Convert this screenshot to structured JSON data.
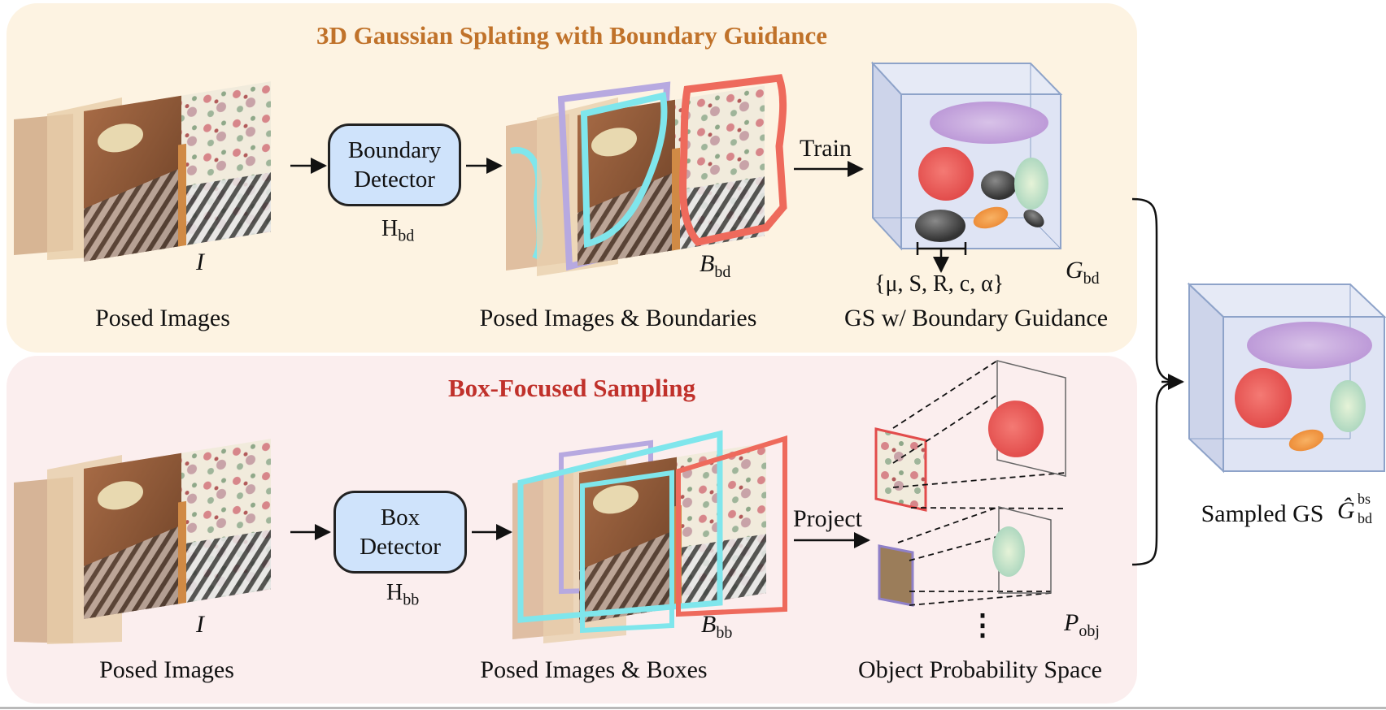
{
  "top_panel": {
    "title": "3D Gaussian Splating with Boundary Guidance",
    "input_var": "I",
    "input_caption": "Posed Images",
    "detector_line1": "Boundary",
    "detector_line2": "Detector",
    "detector_symbol": "H",
    "detector_symbol_sub": "bd",
    "output_var": "B",
    "output_var_sub": "bd",
    "output_caption": "Posed Images & Boundaries",
    "arrow_label": "Train",
    "gs_params": "{μ, S, R, c, α}",
    "gs_var": "G",
    "gs_var_sub": "bd",
    "gs_caption": "GS w/ Boundary Guidance"
  },
  "bottom_panel": {
    "title": "Box-Focused Sampling",
    "input_var": "I",
    "input_caption": "Posed Images",
    "detector_line1": "Box",
    "detector_line2": "Detector",
    "detector_symbol": "H",
    "detector_symbol_sub": "bb",
    "output_var": "B",
    "output_var_sub": "bb",
    "output_caption": "Posed Images & Boxes",
    "arrow_label": "Project",
    "ellipsis": "⋮",
    "prob_var": "P",
    "prob_var_sub": "obj",
    "prob_caption": "Object Probability Space"
  },
  "result": {
    "caption": "Sampled GS",
    "var": "Ĝ",
    "var_sup": "bs",
    "var_sub": "bd"
  },
  "colors": {
    "top_title": "#c0722a",
    "bottom_title": "#c0312b",
    "detector_fill": "#cfe3fb",
    "boundary_cyan": "#7fe6ec",
    "boundary_red": "#ee6a5c",
    "boundary_lavender": "#b7a9e0",
    "cube_face": "#dfe4f4",
    "gauss_purple": "#c6a8dc",
    "gauss_red": "#ee5a57",
    "gauss_green": "#b7dcc3",
    "gauss_orange": "#f09a45",
    "gauss_dark": "#5a5a5a"
  }
}
